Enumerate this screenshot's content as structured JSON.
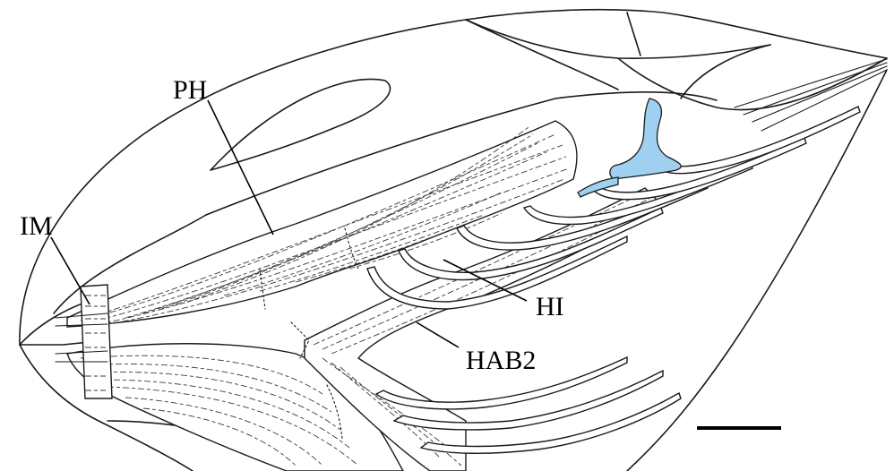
{
  "labels": {
    "ph": "PH",
    "im": "IM",
    "hi": "HI",
    "hab2": "HAB2"
  },
  "colors": {
    "cartilage": "#9fd0ef",
    "line": "#1a1a1a",
    "background": "#ffffff"
  }
}
